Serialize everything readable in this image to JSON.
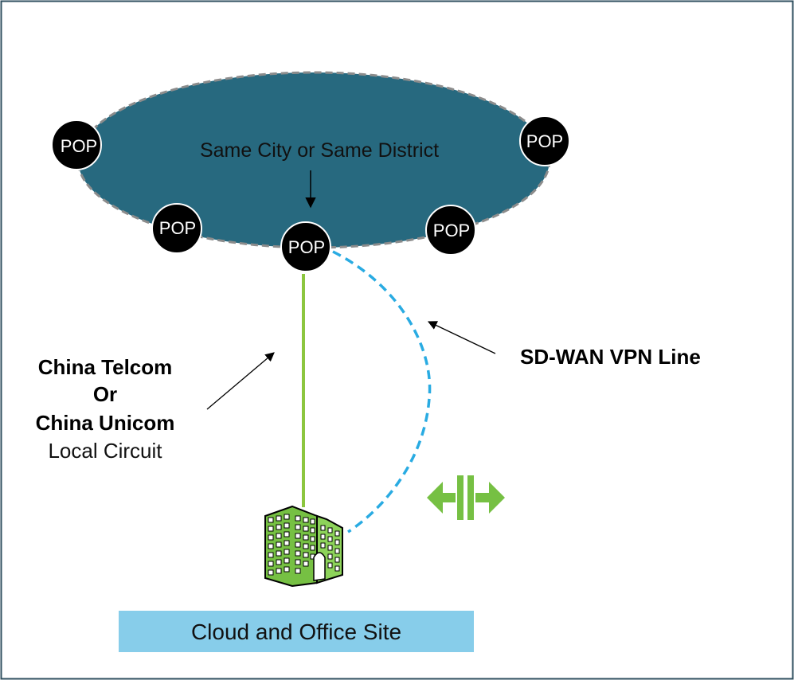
{
  "region": {
    "label": "Same City or Same District",
    "fill_color": "#27697f",
    "border_color": "#8c8c8c"
  },
  "pops": [
    {
      "id": "pop-left",
      "label": "POP"
    },
    {
      "id": "pop-right",
      "label": "POP"
    },
    {
      "id": "pop-lower-left",
      "label": "POP"
    },
    {
      "id": "pop-center",
      "label": "POP"
    },
    {
      "id": "pop-lower-right",
      "label": "POP"
    }
  ],
  "circuit": {
    "line1": "China Telcom",
    "line2": "Or",
    "line3": "China Unicom",
    "line4": "Local Circuit",
    "line_color": "#8cc63f"
  },
  "vpn": {
    "label": "SD-WAN VPN Line",
    "line_color": "#29abe2"
  },
  "site": {
    "label": "Cloud and Office Site",
    "label_bg": "#87cdea",
    "building_color": "#76c043"
  },
  "icons": {
    "building": "office-building-icon",
    "connector": "bidirectional-connector-icon"
  },
  "frame_color": "#2f4f5f"
}
